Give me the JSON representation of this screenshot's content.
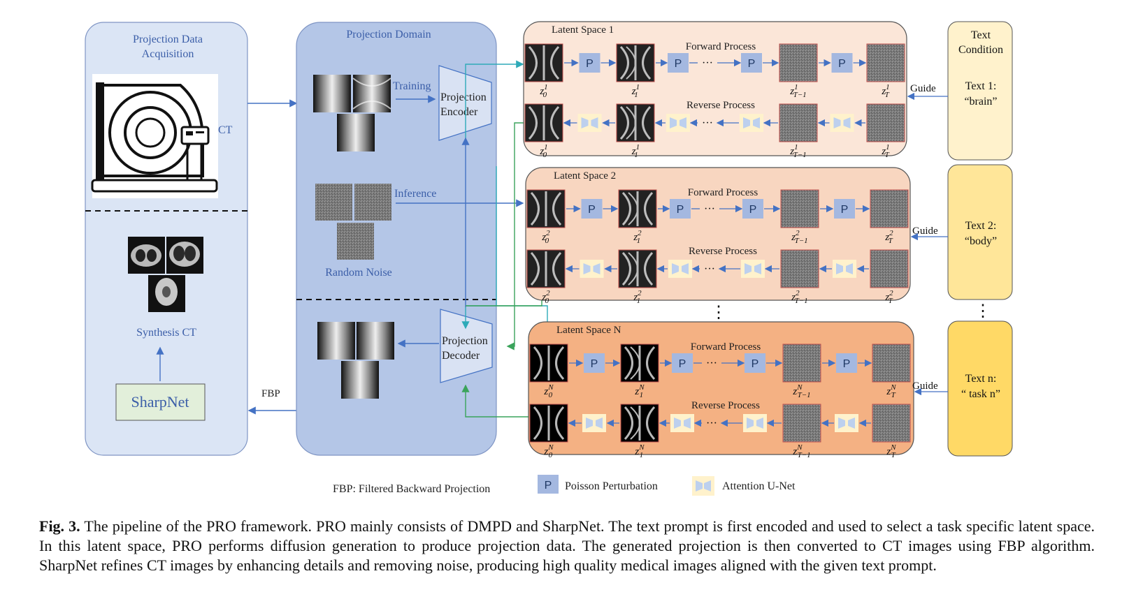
{
  "panels": {
    "acquisition": {
      "title_line1": "Projection Data",
      "title_line2": "Acquisition",
      "ct_label": "CT",
      "synthesis_label": "Synthesis CT",
      "sharpnet_label": "SharpNet"
    },
    "projection_domain": {
      "title": "Projection Domain",
      "training_label": "Training",
      "inference_label": "Inference",
      "random_noise_label": "Random Noise",
      "encoder_line1": "Projection",
      "encoder_line2": "Encoder",
      "decoder_line1": "Projection",
      "decoder_line2": "Decoder",
      "fbp_label": "FBP"
    }
  },
  "latent_spaces": [
    {
      "title": "Latent Space 1",
      "forward": "Forward Process",
      "reverse": "Reverse Process",
      "superscript": "1",
      "labels": [
        "z",
        "z",
        "z",
        "z"
      ],
      "subs": [
        "0",
        "1",
        "T−1",
        "T"
      ]
    },
    {
      "title": "Latent Space 2",
      "forward": "Forward Process",
      "reverse": "Reverse Process",
      "superscript": "2",
      "labels": [
        "z",
        "z",
        "z",
        "z"
      ],
      "subs": [
        "0",
        "1",
        "T−1",
        "T"
      ]
    },
    {
      "title": "Latent Space N",
      "forward": "Forward Process",
      "reverse": "Reverse Process",
      "superscript": "N",
      "labels": [
        "z",
        "z",
        "z",
        "z"
      ],
      "subs": [
        "0",
        "1",
        "T−1",
        "T"
      ]
    }
  ],
  "p_symbol": "P",
  "ellipsis": "···",
  "vertical_dots": "⋮",
  "text_conditions": {
    "header_line1": "Text",
    "header_line2": "Condition",
    "items": [
      {
        "line1": "Text 1:",
        "line2": "“brain”",
        "guide": "Guide"
      },
      {
        "line1": "Text 2:",
        "line2": "“body”",
        "guide": "Guide"
      },
      {
        "line1": "Text n:",
        "line2": "“ task n”",
        "guide": "Guide"
      }
    ]
  },
  "legend": {
    "fbp": "FBP: Filtered Backward Projection",
    "p_symbol": "P",
    "poisson": "Poisson Perturbation",
    "attention": "Attention U-Net"
  },
  "caption": {
    "label": "Fig. 3.",
    "text": " The pipeline of the PRO framework. PRO mainly consists of DMPD and SharpNet. The text prompt is first encoded and used to select a task specific latent space. In this latent space, PRO performs diffusion generation to produce projection data. The generated projection is then converted to CT images using FBP algorithm. SharpNet refines CT images by enhancing details and removing noise, producing high quality medical images aligned with the given text prompt."
  },
  "colors": {
    "panel_light": "#dbe5f5",
    "panel_mid": "#b4c6e7",
    "latent1": "#fbe6d8",
    "latent2": "#f8d6c0",
    "latentN": "#f4b183",
    "text_cond1": "#fff2cc",
    "text_cond2": "#ffe699",
    "text_cond3": "#ffd966",
    "p_box": "#a4b8e0",
    "arrow_blue": "#4472c4",
    "arrow_teal": "#2eaab8",
    "arrow_green": "#3aa35b",
    "sharpnet_fill": "#e2efda"
  }
}
